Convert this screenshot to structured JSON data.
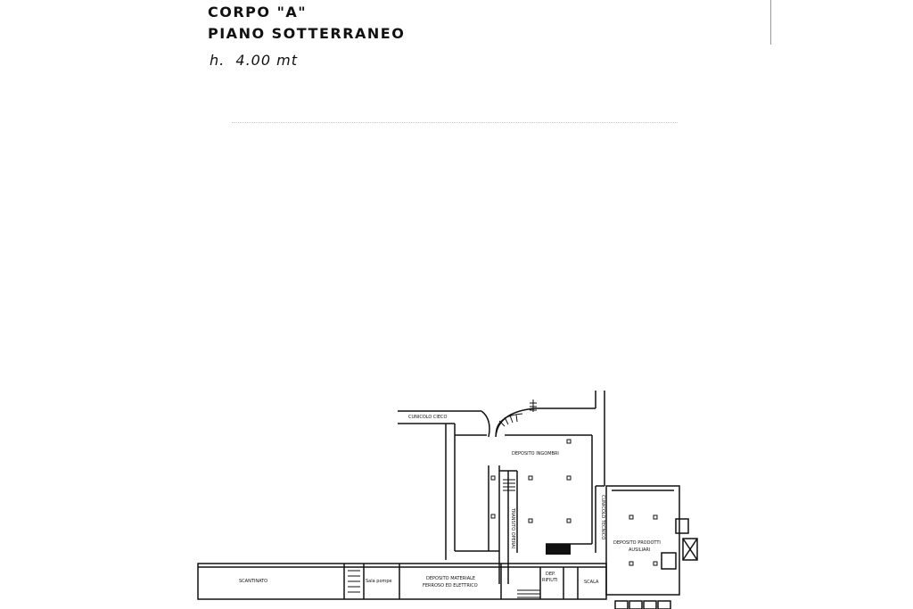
{
  "header": {
    "title_line1": "CORPO \"A\"",
    "title_line2": "PIANO SOTTERRANEO",
    "height": "h.  4.00 mt"
  },
  "plan": {
    "rooms": {
      "cunicolo_cieco": "CUNICOLO CIECO",
      "deposito_ingombri": "DEPOSITO INGOMBRI",
      "cunicolo_tecnico": "CUNICOLO TECNICO",
      "transito_operai": "TRANSITO OPERAI",
      "deposito_prodotti": "DEPOSITO PRODOTTI",
      "ausiliari": "AUSILIARI",
      "scantinato": "SCANTINATO",
      "sala_pompe": "Sala pompe",
      "deposito_materiale_1": "DEPOSITO MATERIALE",
      "deposito_materiale_2": "FERROSO ED ELETTRICO",
      "dep_1": "DEP.",
      "dep_2": "RIFIUTI",
      "scala": "SCALA"
    }
  }
}
